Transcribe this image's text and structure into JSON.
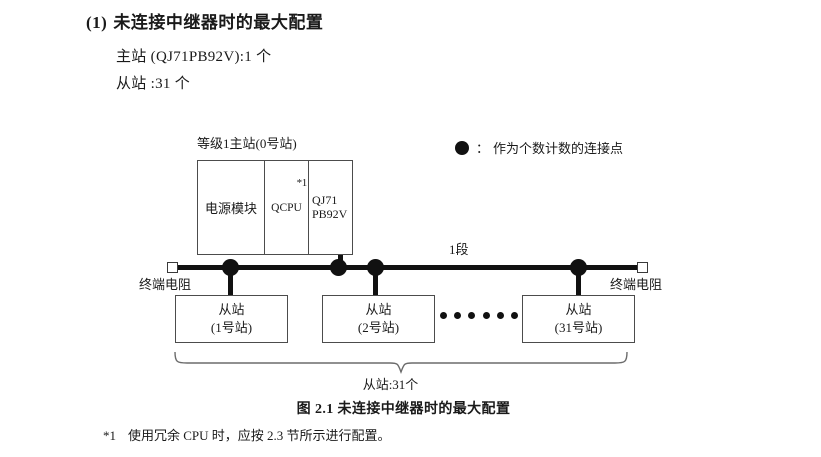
{
  "heading": {
    "number": "(1)",
    "title": "未连接中继器时的最大配置"
  },
  "spec": {
    "master_line": "主站 (QJ71PB92V):1 个",
    "slave_line": "从站 :31 个"
  },
  "legend": {
    "symbol": "dot-filled-icon",
    "colon": "：",
    "text": "作为个数计数的连接点"
  },
  "diagram": {
    "rack_title": "等级1主站(0号站)",
    "rack_cells": [
      {
        "label": "电源模块",
        "note": ""
      },
      {
        "label": "QCPU",
        "note": "*1"
      },
      {
        "label": "QJ71\nPB92V",
        "note": ""
      }
    ],
    "rack_cell_power": "电源模块",
    "rack_cell_cpu": "QCPU",
    "rack_cell_cpu_note": "*1",
    "rack_cell_net_line1": "QJ71",
    "rack_cell_net_line2": "PB92V",
    "segment_label": "1段",
    "terminator_left": "终端电阻",
    "terminator_right": "终端电阻",
    "slaves": [
      {
        "name": "从站",
        "station": "(1号站)"
      },
      {
        "name": "从站",
        "station": "(2号站)"
      },
      {
        "name": "从站",
        "station": "(31号站)"
      }
    ],
    "ellipsis_dot_count": 6,
    "brace_label": "从站:31个"
  },
  "caption": "图 2.1  未连接中继器时的最大配置",
  "footnote": {
    "mark": "*1",
    "text": "使用冗余 CPU 时，应按 2.3 节所示进行配置。"
  },
  "colors": {
    "ink": "#1a1a1a",
    "line": "#4c4c4c",
    "bus": "#111111"
  }
}
